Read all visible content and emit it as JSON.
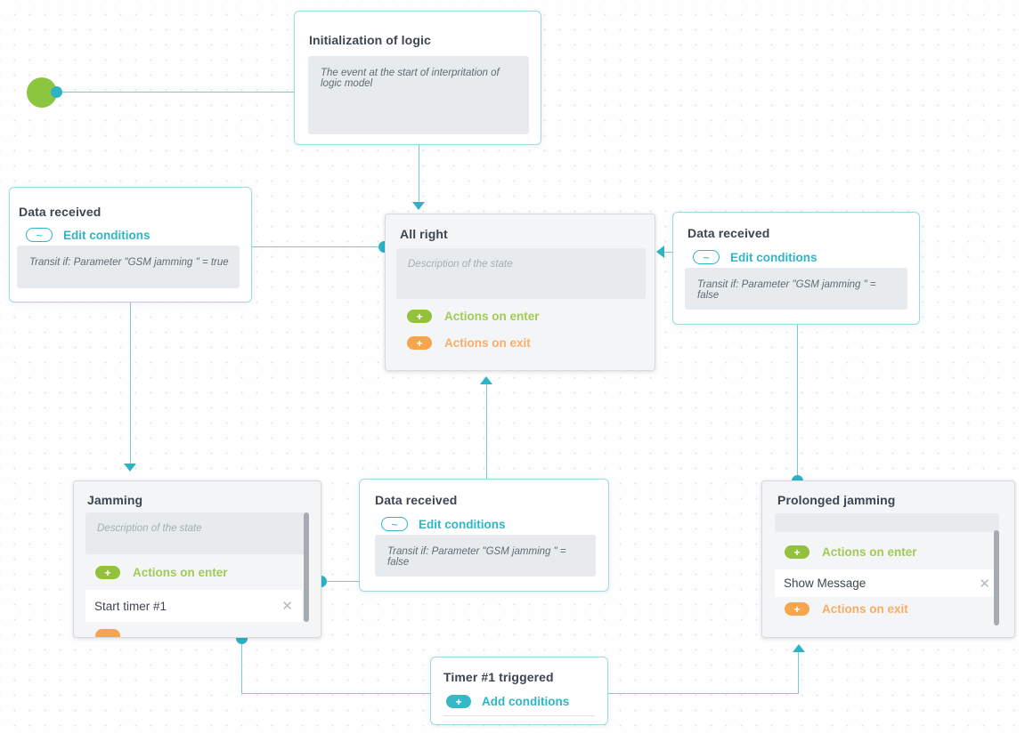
{
  "colors": {
    "accent_teal": "#2fb5c4",
    "green": "#94c13d",
    "orange": "#f6a54c",
    "connector_line": "#79ccd6",
    "start_node_green": "#8cc63f"
  },
  "icons": {
    "plus": "+",
    "tilde": "~",
    "close": "✕"
  },
  "nodes": {
    "init_event": {
      "title": "Initialization of logic",
      "description": "The event at the start of interpritation of logic model"
    },
    "cond_left": {
      "title": "Data received",
      "edit_button": "Edit conditions",
      "condition": "Transit if: Parameter \"GSM jamming \" = true"
    },
    "state_all_right": {
      "title": "All right",
      "description_placeholder": "Description of the state",
      "actions_on_enter": "Actions on enter",
      "actions_on_exit": "Actions on exit"
    },
    "cond_right": {
      "title": "Data received",
      "edit_button": "Edit conditions",
      "condition": "Transit if: Parameter \"GSM jamming \" = false"
    },
    "state_jamming": {
      "title": "Jamming",
      "description_placeholder": "Description of the state",
      "actions_on_enter": "Actions on enter",
      "action_item": "Start timer #1"
    },
    "cond_bottom": {
      "title": "Data received",
      "edit_button": "Edit conditions",
      "condition": "Transit if: Parameter \"GSM jamming \" = false"
    },
    "state_prolonged": {
      "title": "Prolonged jamming",
      "actions_on_enter": "Actions on enter",
      "action_item": "Show Message",
      "actions_on_exit": "Actions on exit"
    },
    "timer_event": {
      "title": "Timer #1 triggered",
      "add_button": "Add conditions"
    }
  }
}
